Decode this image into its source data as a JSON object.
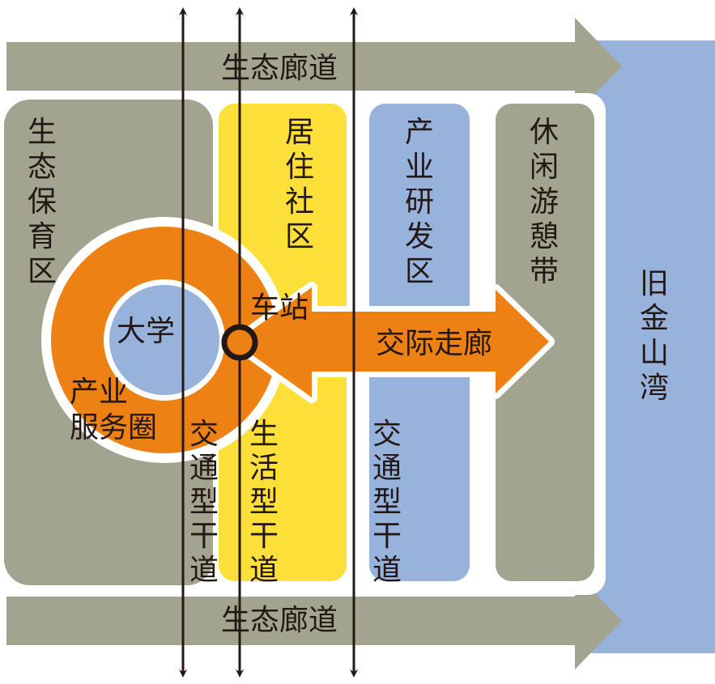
{
  "colors": {
    "green": "#a3a48f",
    "blue": "#97b3dc",
    "yellow": "#fddf3a",
    "orange": "#ee8113",
    "line": "#231815",
    "white": "#ffffff"
  },
  "labels": {
    "corridor_top": "生态廊道",
    "corridor_bottom": "生态廊道",
    "eco_reserve": [
      "生",
      "态",
      "保",
      "育",
      "区"
    ],
    "residential": [
      "居",
      "住",
      "社",
      "区"
    ],
    "rnd": [
      "产",
      "业",
      "研",
      "发",
      "区"
    ],
    "leisure": [
      "休",
      "闲",
      "游",
      "憩",
      "带"
    ],
    "bay": [
      "旧",
      "金",
      "山",
      "湾"
    ],
    "university": "大学",
    "station": "车站",
    "communication": "交际走廊",
    "service_ring": [
      "产业",
      "服务圈"
    ],
    "traffic_road_1": [
      "交",
      "通",
      "型",
      "干",
      "道"
    ],
    "living_road": [
      "生",
      "活",
      "型",
      "干",
      "道"
    ],
    "traffic_road_2": [
      "交",
      "通",
      "型",
      "干",
      "道"
    ]
  }
}
